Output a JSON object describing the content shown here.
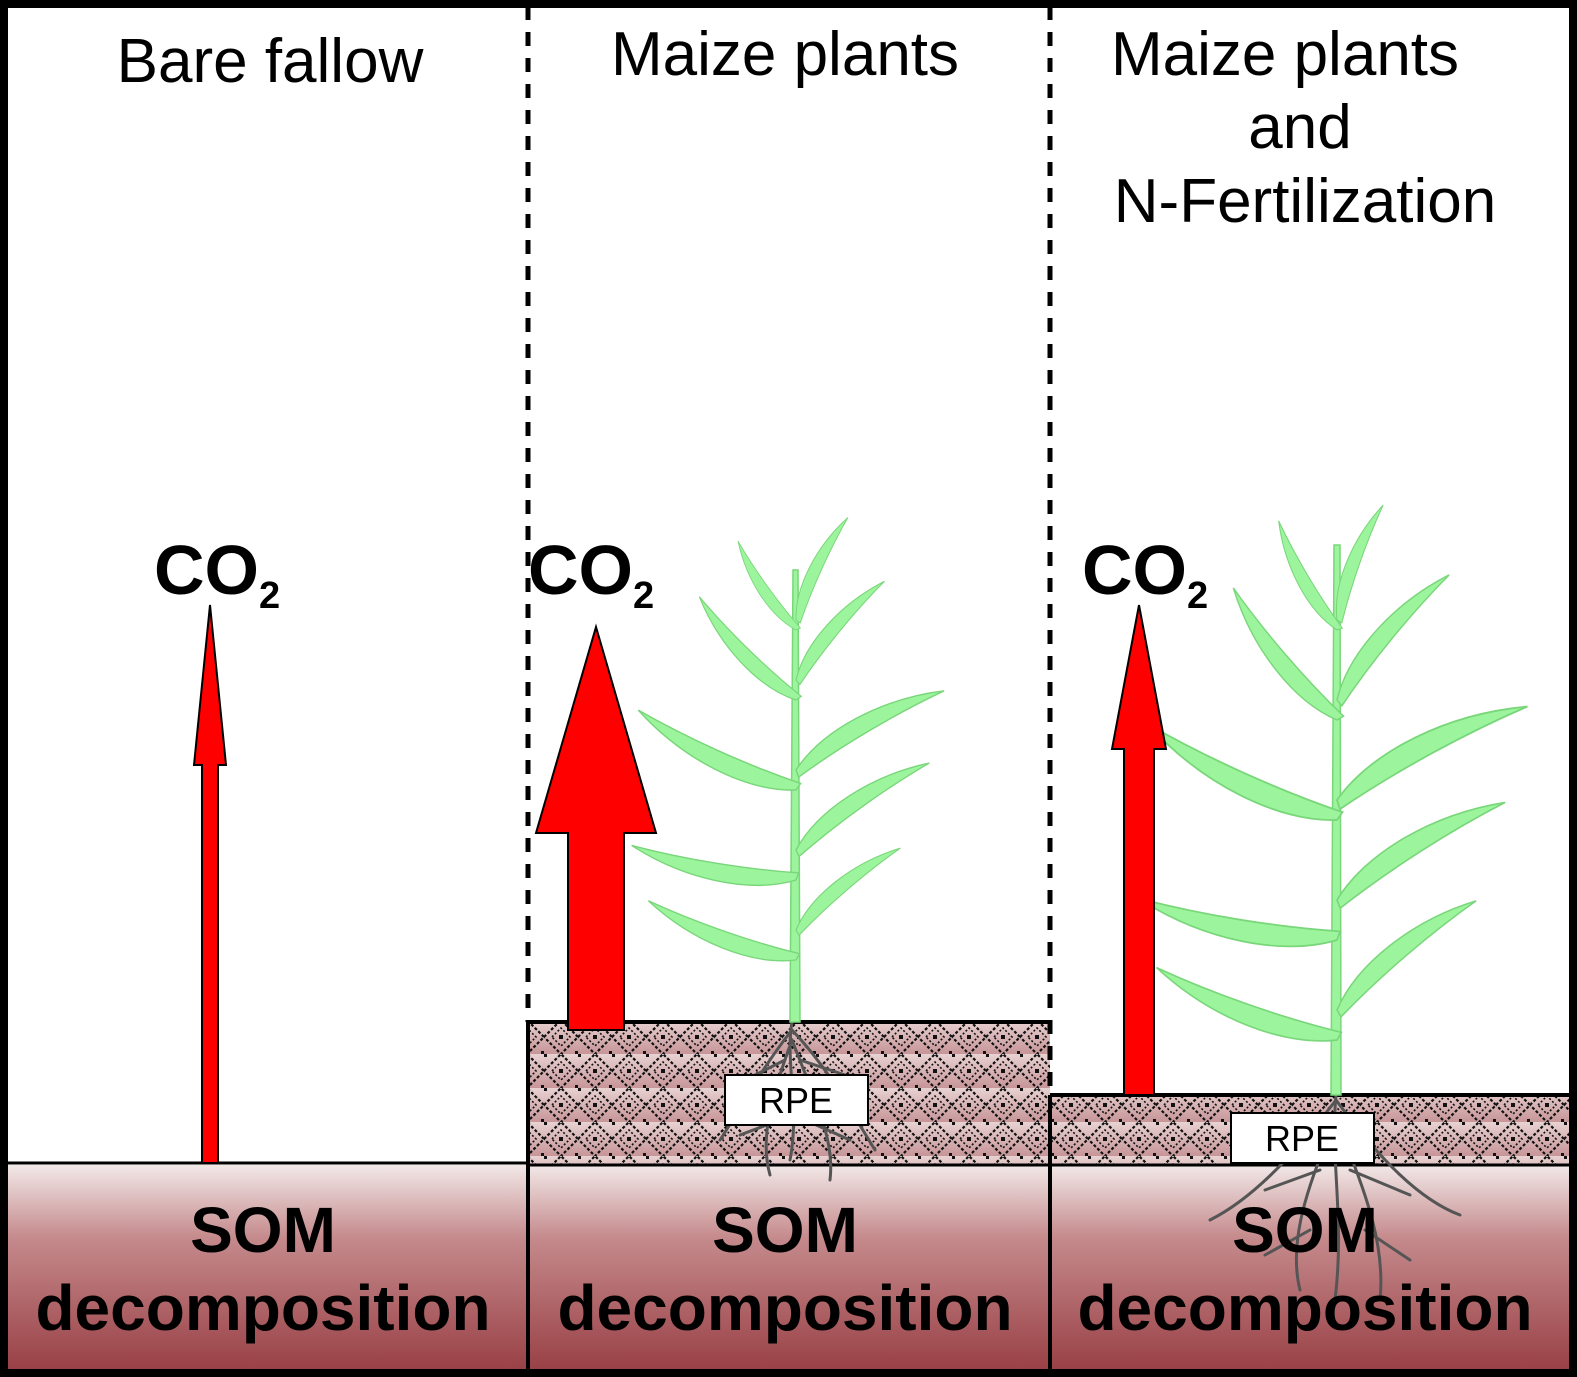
{
  "panels": [
    {
      "title_lines": [
        "Bare fallow"
      ],
      "gas": "CO",
      "gas_sub": "2",
      "som_lines": [
        "SOM",
        "decomposition"
      ],
      "rpe_label": ""
    },
    {
      "title_lines": [
        "Maize plants"
      ],
      "gas": "CO",
      "gas_sub": "2",
      "som_lines": [
        "SOM",
        "decomposition"
      ],
      "rpe_label": "RPE"
    },
    {
      "title_lines": [
        "Maize plants",
        "and",
        "N-Fertilization"
      ],
      "gas": "CO",
      "gas_sub": "2",
      "som_lines": [
        "SOM",
        "decomposition"
      ],
      "rpe_label": "RPE"
    }
  ],
  "colors": {
    "arrow": "#ff0000",
    "plant": "#9cf59c",
    "soil_top": "#f0e6e6",
    "soil_bottom": "#9a4a4e",
    "roots": "#555555",
    "border": "#000000"
  }
}
